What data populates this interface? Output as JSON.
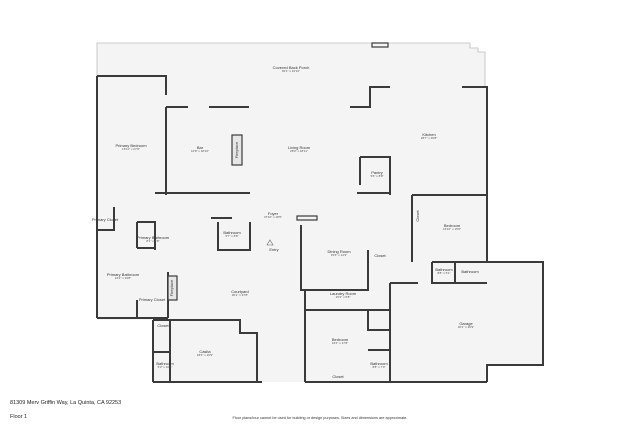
{
  "rooms": [
    {
      "name": "Covered Back Porch",
      "dims": "81'1\" x 16'10\""
    },
    {
      "name": "Primary Bedroom",
      "dims": "16'11\" x 27'8\""
    },
    {
      "name": "Bar",
      "dims": "10'8\" x 18'10\""
    },
    {
      "name": "Fireplace",
      "dims": ""
    },
    {
      "name": "Living Room",
      "dims": "28'0\" x 18'11\""
    },
    {
      "name": "Kitchen",
      "dims": "28'7\" x 26'8\""
    },
    {
      "name": "Pantry",
      "dims": "5'6\" x 8'8\""
    },
    {
      "name": "Foyer",
      "dims": "37'10\" x 18'5\""
    },
    {
      "name": "Primary Closet",
      "dims": ""
    },
    {
      "name": "Primary Bathroom",
      "dims": "8'1\" x 8'8\""
    },
    {
      "name": "Bathroom",
      "dims": "5'7\" x 8'8\""
    },
    {
      "name": "Entry",
      "dims": ""
    },
    {
      "name": "Dining Room",
      "dims": "15'6\" x 14'3\""
    },
    {
      "name": "Closet",
      "dims": ""
    },
    {
      "name": "Closet",
      "dims": ""
    },
    {
      "name": "Bedroom",
      "dims": "16'10\" x 15'0\""
    },
    {
      "name": "Bathroom",
      "dims": "8'8\" x 5'1\""
    },
    {
      "name": "Bathroom",
      "dims": ""
    },
    {
      "name": "Primary Bathroom",
      "dims": "16'2\" x 19'8\""
    },
    {
      "name": "Fireplace",
      "dims": ""
    },
    {
      "name": "Primary Closet",
      "dims": ""
    },
    {
      "name": "Courtyard",
      "dims": "36'1\" x 37'8\""
    },
    {
      "name": "Laundry Room",
      "dims": "15'2\" x 5'8\""
    },
    {
      "name": "Garage",
      "dims": "30'1\" x 26'9\""
    },
    {
      "name": "Closet",
      "dims": ""
    },
    {
      "name": "Casita",
      "dims": "18'3\" x 16'9\""
    },
    {
      "name": "Bathroom",
      "dims": "5'3\" x 10'8\""
    },
    {
      "name": "Bedroom",
      "dims": "16'4\" x 17'8\""
    },
    {
      "name": "Bathroom",
      "dims": "8'8\" x 7'0\""
    },
    {
      "name": "Closet",
      "dims": ""
    }
  ],
  "footer": {
    "address": "81309 Merv Griffin Way, La Quinta, CA 92253",
    "floor": "Floor 1",
    "disclaimer": "Floor plans/tour cannot be used for building or design purposes. Sizes and dimensions are approximate."
  },
  "colors": {
    "wall": "#3a3a3a",
    "floor": "#f4f4f4",
    "outline": "#bdbdbd"
  }
}
